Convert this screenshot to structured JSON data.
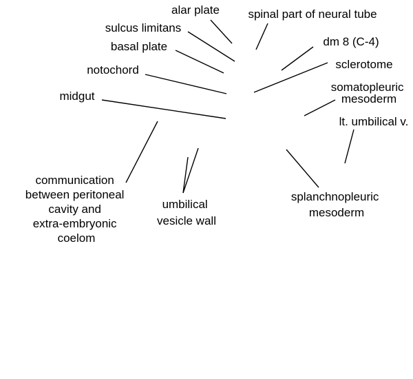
{
  "labels": {
    "alar_plate": "alar plate",
    "spinal_part_of_neural_tube": "spinal part of neural tube",
    "sulcus_limitans": "sulcus limitans",
    "dm_8": "dm 8 (C-4)",
    "basal_plate": "basal plate",
    "sclerotome": "sclerotome",
    "notochord": "notochord",
    "somatopleuric_mesoderm": [
      "somatopleuric",
      "mesoderm"
    ],
    "midgut": "midgut",
    "lt_umbilical_v": "lt. umbilical v.",
    "communication": [
      "communication",
      "between peritoneal",
      "cavity and",
      "extra-embryonic",
      "coelom"
    ],
    "umbilical_vesicle_wall": [
      "umbilical",
      "vesicle wall"
    ],
    "splanchnopleuric_mesoderm": [
      "splanchnopleuric",
      "mesoderm"
    ]
  }
}
